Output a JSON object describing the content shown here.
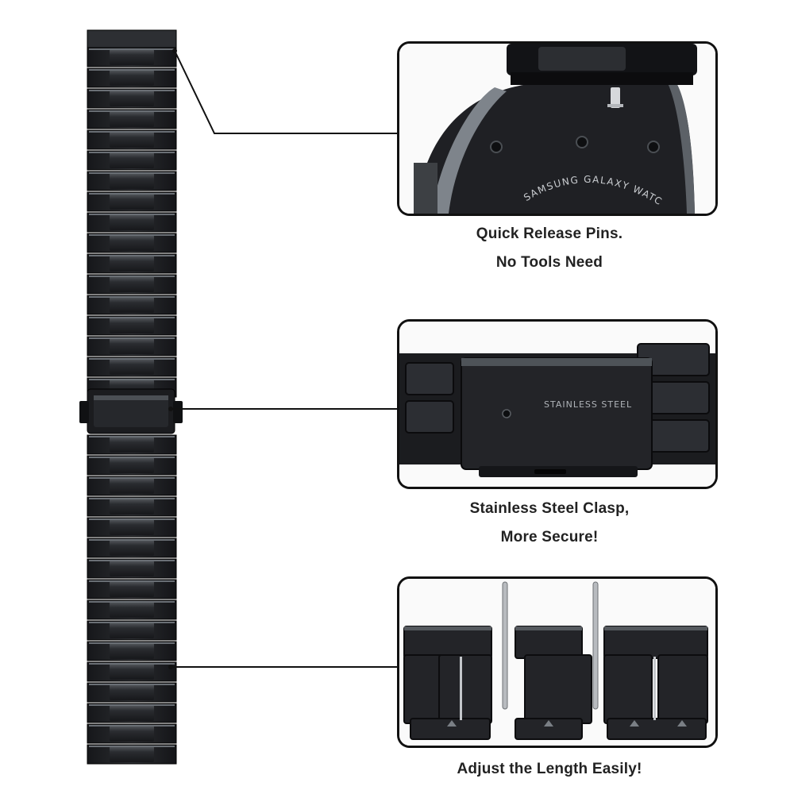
{
  "image": {
    "background": "#ffffff",
    "strap_color": "#1e1f22",
    "highlight_color": "#8d9196",
    "outline_color": "#111111"
  },
  "panels": [
    {
      "id": "quick-release",
      "caption_lines": [
        "Quick Release Pins.",
        "No Tools Need"
      ],
      "engraving": "SAMSUNG GALAXY WATCH"
    },
    {
      "id": "clasp",
      "caption_lines": [
        "Stainless Steel Clasp,",
        "More Secure!"
      ],
      "engraving": "STAINLESS STEEL"
    },
    {
      "id": "links",
      "caption_lines": [
        "Adjust the Length Easily!"
      ]
    }
  ]
}
